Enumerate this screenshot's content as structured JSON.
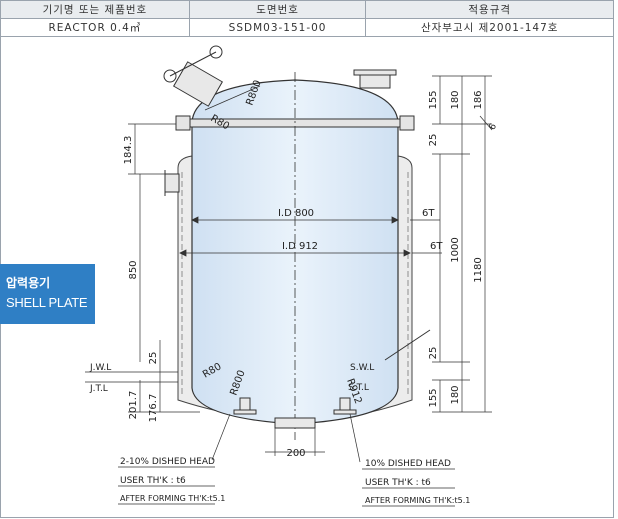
{
  "table": {
    "headers": [
      "기기명 또는 제품번호",
      "도면번호",
      "적용규격"
    ],
    "values": [
      "REACTOR 0.4㎥",
      "SSDM03-151-00",
      "산자부고시 제2001-147호"
    ]
  },
  "badge": {
    "line1": "압력용기",
    "line2": "SHELL PLATE"
  },
  "dims": {
    "v155_top": "155",
    "v180_top": "180",
    "v186": "186",
    "v6": "6",
    "v184_3": "184.3",
    "v25_top": "25",
    "v1000": "1000",
    "v1180": "1180",
    "v850": "850",
    "v25_left": "25",
    "v25_right": "25",
    "v201_7": "201.7",
    "v176_7": "176.7",
    "v155_bot": "155",
    "v180_bot": "180",
    "id800": "I.D  800",
    "id912": "I.D  912",
    "t6_a": "6T",
    "t6_b": "6T",
    "w200": "200"
  },
  "labels": {
    "r80_top": "R80",
    "r800_top": "R800",
    "r80_bot": "R80",
    "r800_bot": "R800",
    "r912": "R912",
    "jwl": "J.W.L",
    "jtl": "J.T.L",
    "swl": "S.W.L",
    "stl": "S.T.L"
  },
  "notes": {
    "left": {
      "head": "2-10% DISHED HEAD",
      "user": "USER TH'K : t6",
      "after": "AFTER FORMING TH'K:t5.1"
    },
    "right": {
      "head": "10% DISHED HEAD",
      "user": "USER TH'K : t6",
      "after": "AFTER FORMING TH'K:t5.1"
    }
  },
  "colors": {
    "badge": "#2f7fc5",
    "vessel_fill": "#dceaf7",
    "line": "#333333"
  }
}
